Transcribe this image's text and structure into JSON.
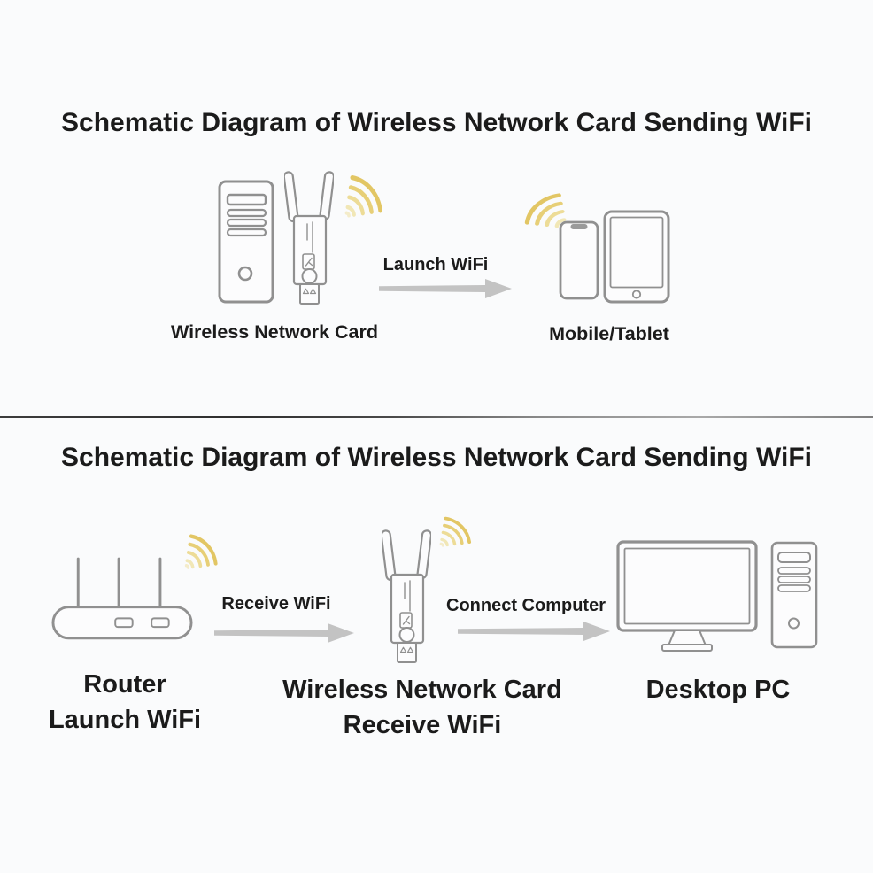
{
  "colors": {
    "background": "#fafbfc",
    "outline_gray": "#909090",
    "arrow_gray": "#c3c3c3",
    "wifi_yellow": "#e0c35c",
    "text_dark": "#1b1b1b"
  },
  "panel_top": {
    "title": "Schematic Diagram of Wireless Network Card Sending WiFi",
    "card_label": "Wireless Network Card",
    "arrow_label": "Launch WiFi",
    "devices_label": "Mobile/Tablet"
  },
  "panel_bottom": {
    "title": "Schematic Diagram of Wireless Network Card Sending WiFi",
    "router_label": [
      "Router",
      "Launch WiFi"
    ],
    "arrow1_label": "Receive WiFi",
    "card_label": [
      "Wireless Network Card",
      "Receive WiFi"
    ],
    "arrow2_label": "Connect Computer",
    "pc_label": "Desktop PC"
  }
}
